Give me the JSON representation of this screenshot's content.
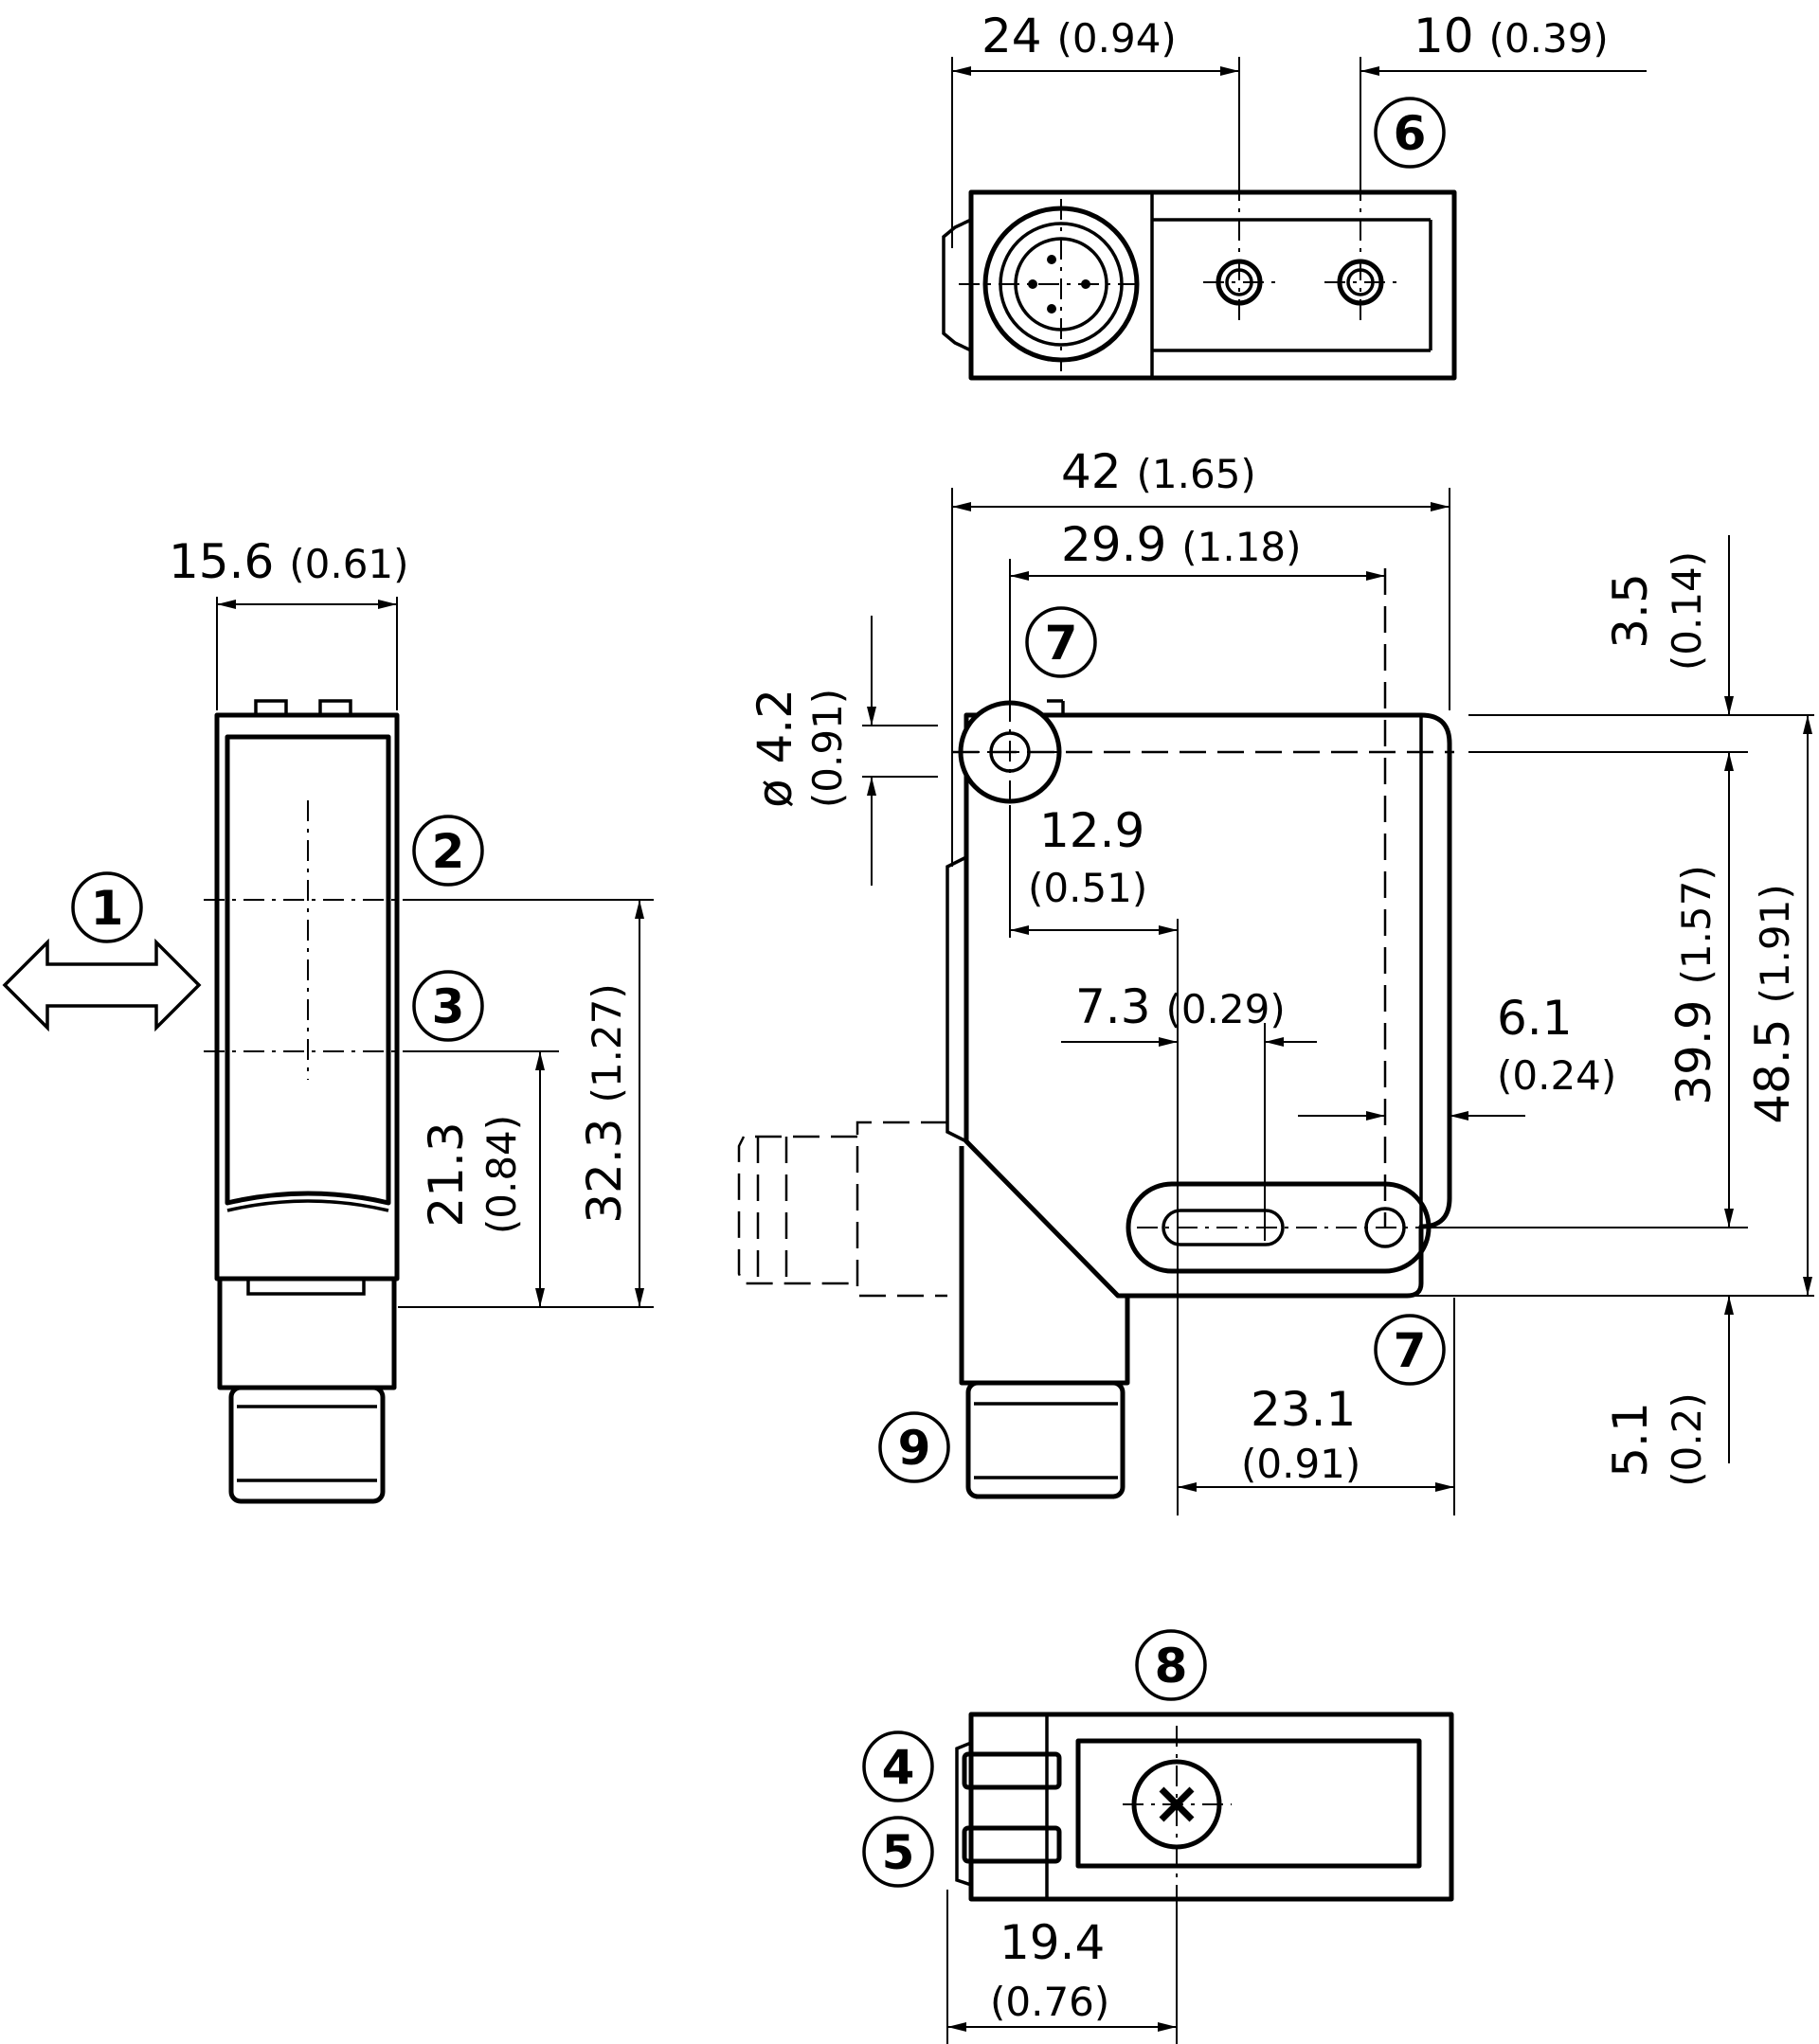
{
  "dimensions": {
    "top_width": "24",
    "top_width_in": "(0.94)",
    "top_offset": "10",
    "top_offset_in": "(0.39)",
    "side_width": "15.6",
    "side_width_in": "(0.61)",
    "front_width": "42",
    "front_width_in": "(1.65)",
    "front_hole_span": "29.9",
    "front_hole_span_in": "(1.18)",
    "hole_dia": "ø 4.2",
    "hole_dia_in": "(0.91)",
    "top_gap": "3.5",
    "top_gap_in": "(0.14)",
    "slot_offset": "12.9",
    "slot_offset_in": "(0.51)",
    "slot_length": "7.3",
    "slot_length_in": "(0.29)",
    "edge_offset": "6.1",
    "edge_offset_in": "(0.24)",
    "hole_vspan": "39.9",
    "hole_vspan_in": "(1.57)",
    "height": "48.5",
    "height_in": "(1.91)",
    "axis_low": "21.3",
    "axis_low_in": "(0.84)",
    "axis_high": "32.3",
    "axis_high_in": "(1.27)",
    "bottom_width": "23.1",
    "bottom_width_in": "(0.91)",
    "bottom_gap": "5.1",
    "bottom_gap_in": "(0.2)",
    "rear_offset": "19.4",
    "rear_offset_in": "(0.76)"
  },
  "callouts": {
    "c1": "1",
    "c2": "2",
    "c3": "3",
    "c4": "4",
    "c5": "5",
    "c6": "6",
    "c7a": "7",
    "c7b": "7",
    "c8": "8",
    "c9": "9"
  }
}
